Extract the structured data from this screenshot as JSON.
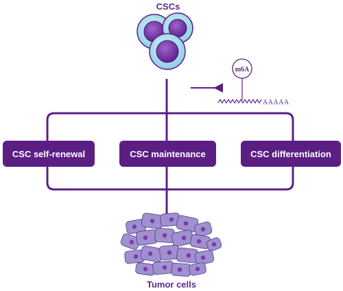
{
  "top_label": "CSCs",
  "bottom_label": "Tumor cells",
  "boxes": {
    "self_renewal": "CSC self-renewal",
    "maintenance": "CSC maintenance",
    "differentiation": "CSC differentiation"
  },
  "modification": {
    "label": "m6A",
    "poly_a": "AAAAA"
  },
  "colors": {
    "primary": "#5b1f84",
    "cell_membrane": "#a9dcea",
    "cell_nucleus": "#7a3aa8",
    "tumor_cell": "#a190cf"
  }
}
